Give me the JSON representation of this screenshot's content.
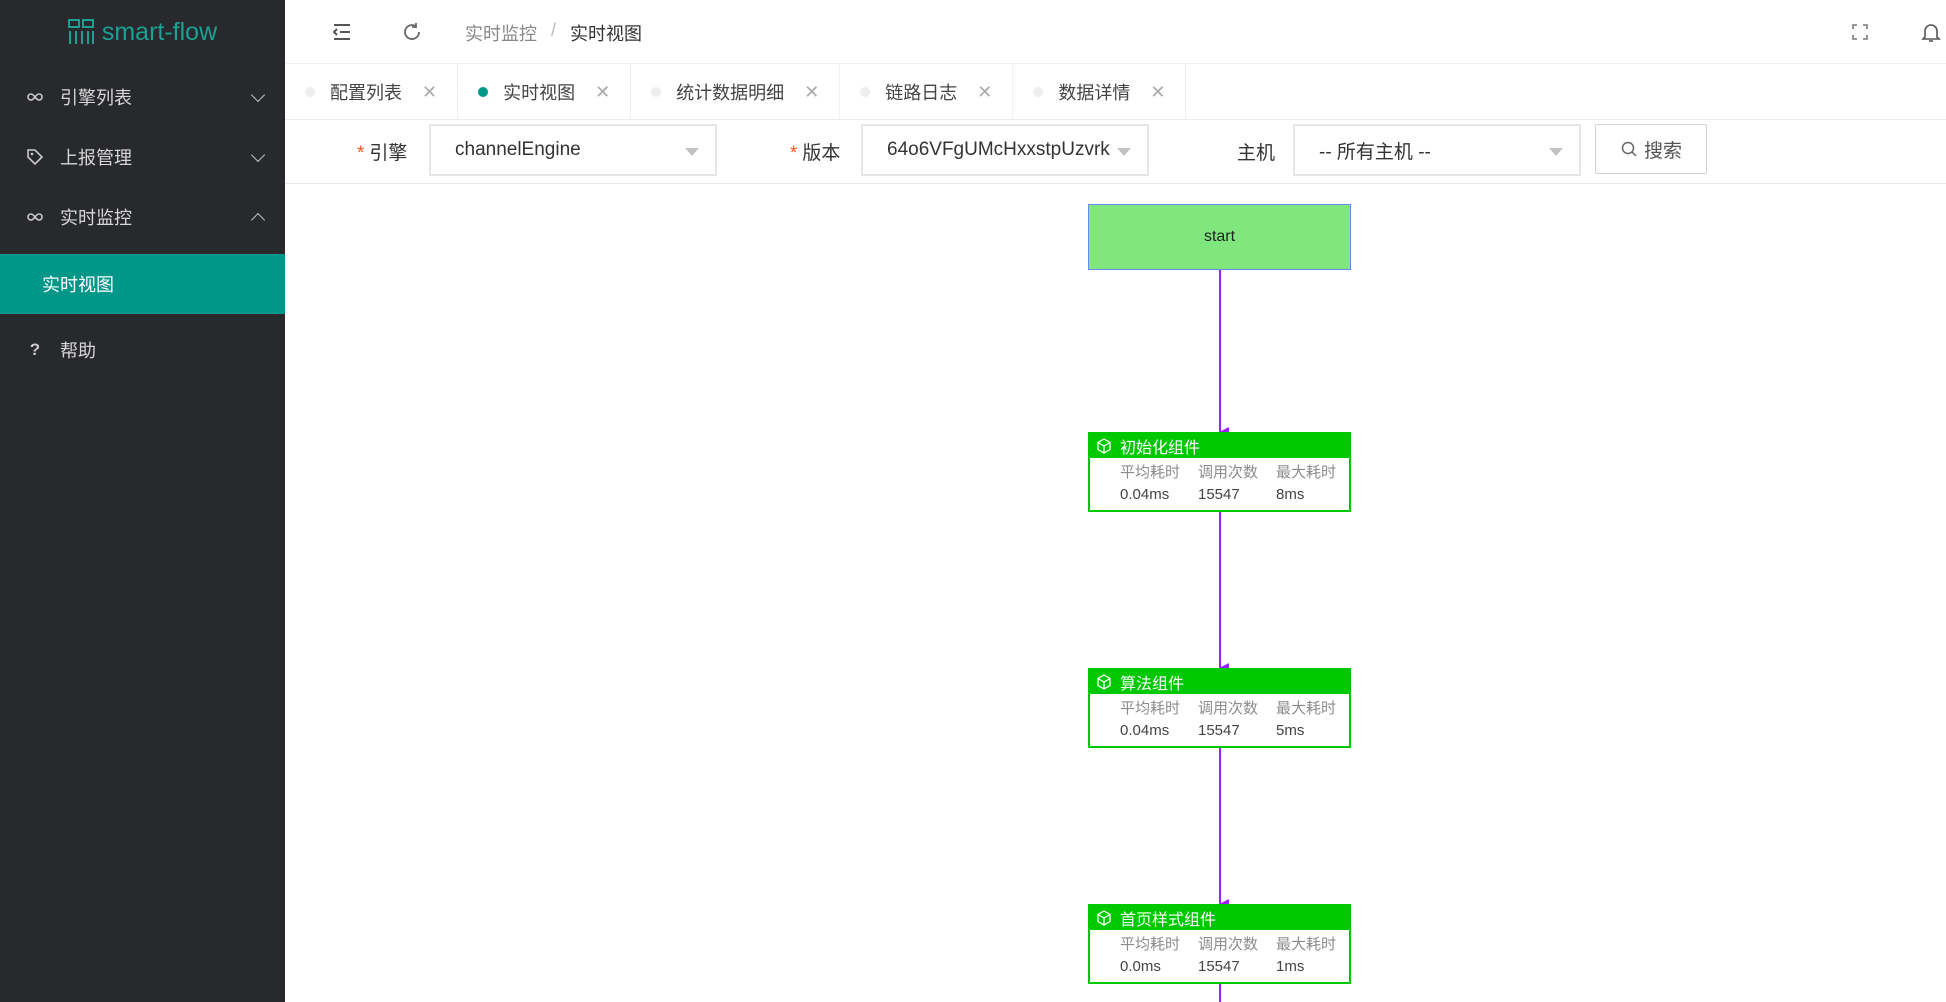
{
  "app": {
    "name": "smart-flow"
  },
  "sidebar": {
    "items": [
      {
        "label": "引擎列表",
        "icon": "link-icon",
        "expanded": false
      },
      {
        "label": "上报管理",
        "icon": "tag-icon",
        "expanded": false
      },
      {
        "label": "实时监控",
        "icon": "link-icon",
        "expanded": true,
        "children": [
          {
            "label": "实时视图",
            "active": true
          }
        ]
      },
      {
        "label": "帮助",
        "icon": "question-icon"
      }
    ]
  },
  "header": {
    "breadcrumb": [
      "实时监控",
      "实时视图"
    ]
  },
  "tabs": [
    {
      "label": "配置列表",
      "active": false
    },
    {
      "label": "实时视图",
      "active": true
    },
    {
      "label": "统计数据明细",
      "active": false
    },
    {
      "label": "链路日志",
      "active": false
    },
    {
      "label": "数据详情",
      "active": false
    }
  ],
  "filter": {
    "engine_label": "引擎",
    "engine_value": "channelEngine",
    "version_label": "版本",
    "version_value": "64o6VFgUMcHxxstpUzvrk",
    "host_label": "主机",
    "host_value": "-- 所有主机 --",
    "search_label": "搜索",
    "required_mark": "*"
  },
  "flow": {
    "start_label": "start",
    "stat_headers": [
      "平均耗时",
      "调用次数",
      "最大耗时"
    ],
    "nodes": [
      {
        "title": "初始化组件",
        "avg": "0.04ms",
        "calls": "15547",
        "max": "8ms"
      },
      {
        "title": "算法组件",
        "avg": "0.04ms",
        "calls": "15547",
        "max": "5ms"
      },
      {
        "title": "首页样式组件",
        "avg": "0.0ms",
        "calls": "15547",
        "max": "1ms"
      }
    ],
    "colors": {
      "edge": "#9b1fff",
      "node_border": "#00c800",
      "start_fill": "#80e67e",
      "accent": "#009688"
    }
  }
}
